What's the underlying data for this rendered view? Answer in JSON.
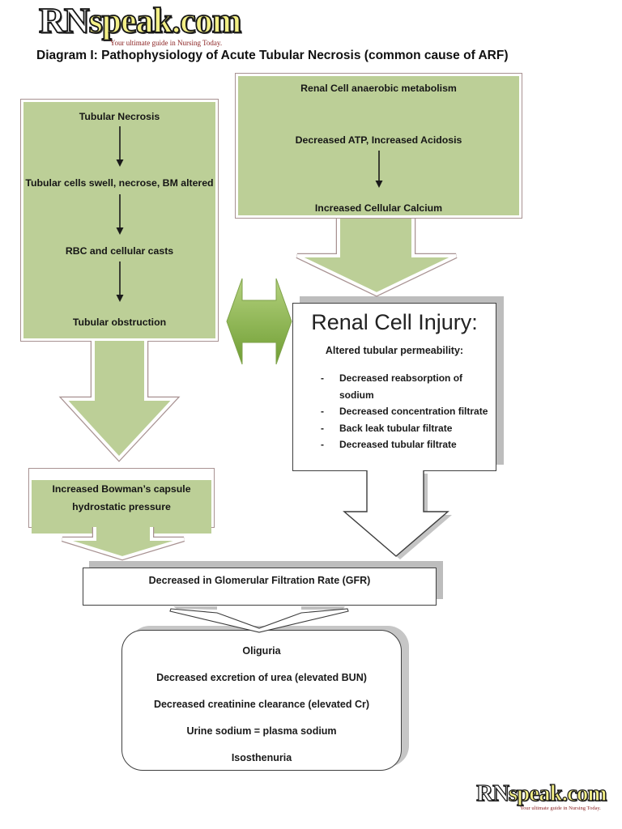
{
  "brand": {
    "prefix": "RN",
    "suffix": "speak.com",
    "tagline": "Your ultimate guide in Nursing Today."
  },
  "header": {
    "heading": "Diagram I: Pathophysiology of Acute Tubular Necrosis (common cause of ARF)"
  },
  "left_flow": {
    "steps": [
      "Tubular Necrosis",
      "Tubular cells swell, necrose, BM altered",
      "RBC and cellular casts",
      "Tubular obstruction"
    ]
  },
  "right_flow": {
    "steps": [
      "Renal Cell anaerobic metabolism",
      "Decreased ATP, Increased Acidosis",
      "Increased Cellular Calcium"
    ]
  },
  "renal_injury": {
    "title": "Renal Cell Injury:",
    "subtitle": "Altered tubular permeability:",
    "bullet_marker": "-",
    "bullets": [
      "Decreased reabsorption of sodium",
      "Decreased concentration filtrate",
      "Back leak tubular filtrate",
      "Decreased tubular filtrate"
    ]
  },
  "bowman": {
    "label": "Increased Bowman’s capsule hydrostatic pressure"
  },
  "gfr": {
    "label": "Decreased in Glomerular Filtration Rate (GFR)"
  },
  "outcomes": {
    "lines": [
      "Oliguria",
      "Decreased excretion of urea (elevated BUN)",
      "Decreased creatinine clearance (elevated Cr)",
      "Urine sodium = plasma sodium",
      "Isosthenuria"
    ]
  },
  "colors": {
    "box_green": "#bccf97",
    "box_border_mauve": "#a89292",
    "arrow_gradient_top": "#b4d17e",
    "arrow_gradient_bottom": "#6f9e33",
    "white_box_border": "#3f3f3f",
    "shadow_gray": "#bdbdbd",
    "logo_yellow": "#f3ef86",
    "logo_tagline_red": "#8b2222"
  }
}
